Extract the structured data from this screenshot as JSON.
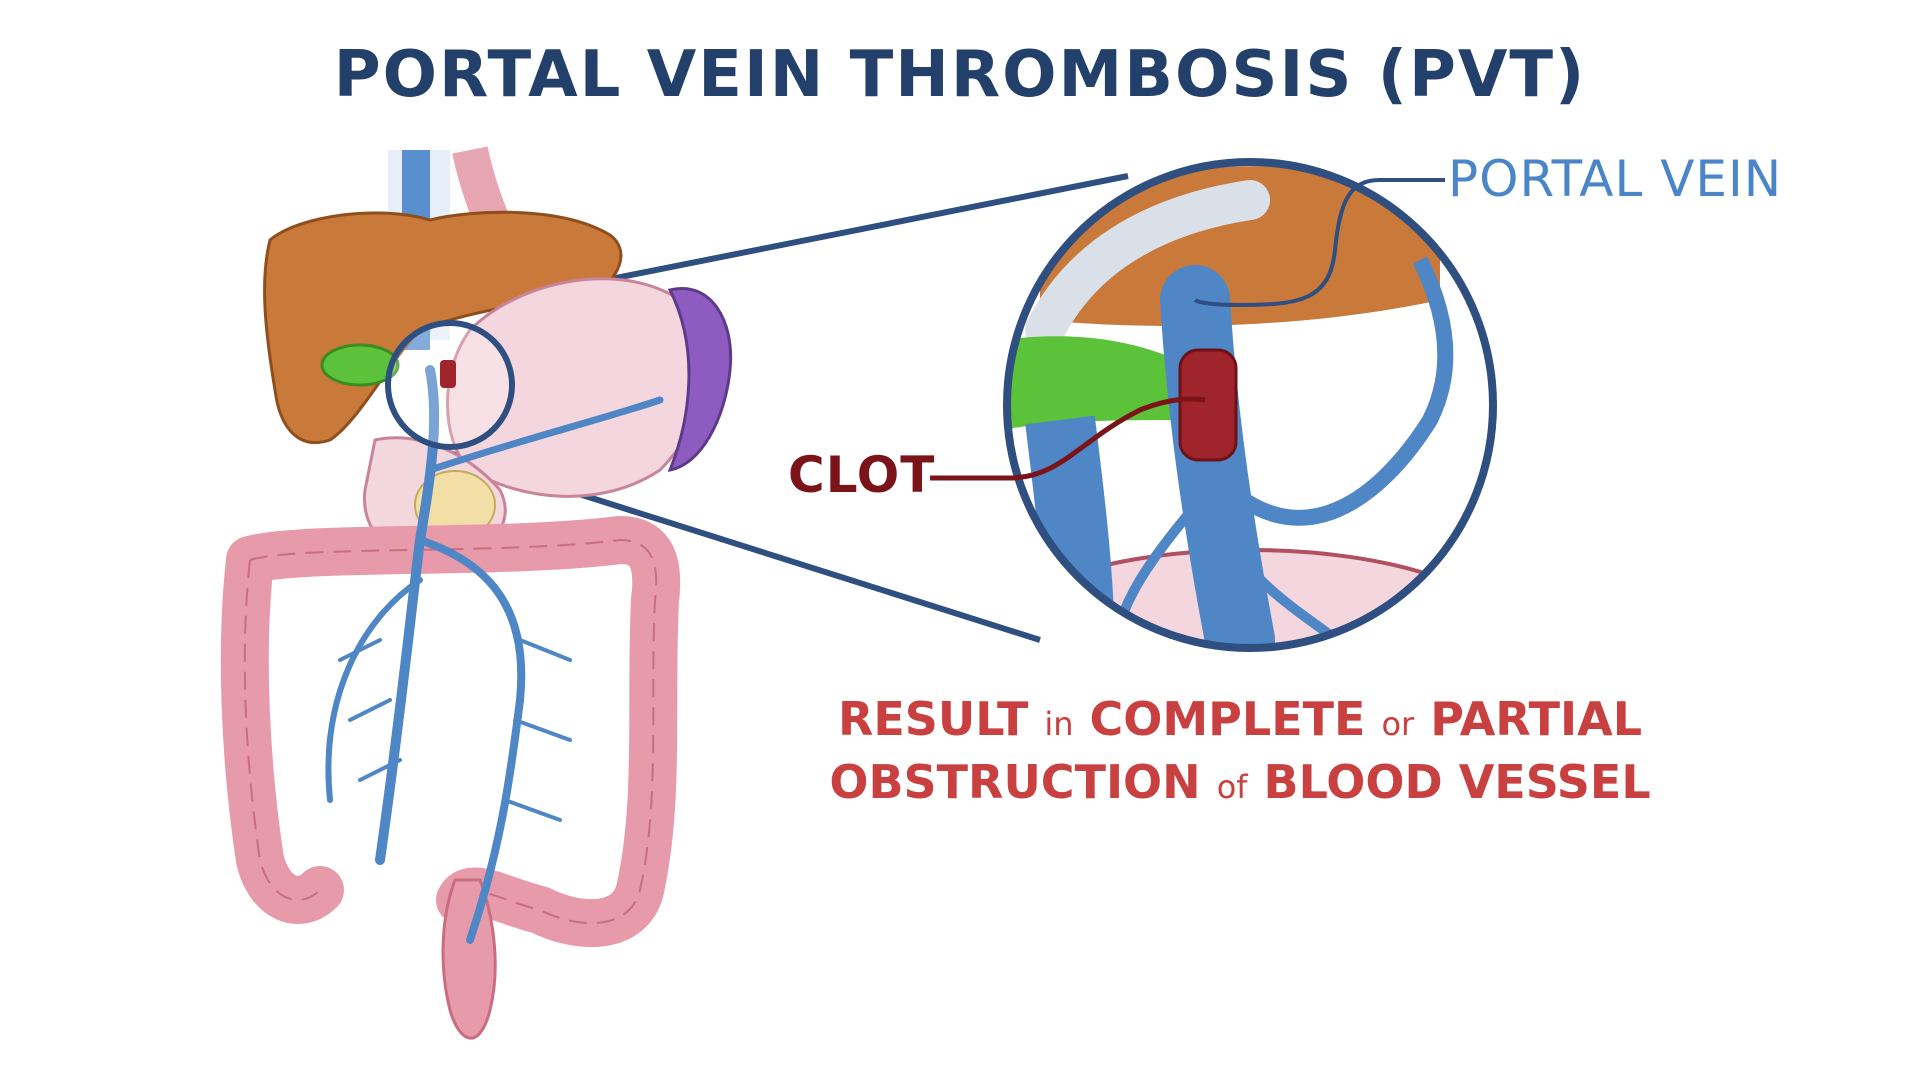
{
  "title": "PORTAL VEIN THROMBOSIS (PVT)",
  "labels": {
    "portal_vein": "PORTAL VEIN",
    "clot": "CLOT"
  },
  "result": {
    "line1_a": "RESULT",
    "line1_b": "in",
    "line1_c": "COMPLETE",
    "line1_d": "or",
    "line1_e": "PARTIAL",
    "line2_a": "OBSTRUCTION",
    "line2_b": "of",
    "line2_c": "BLOOD VESSEL"
  },
  "colors": {
    "title": "#23406b",
    "portal_vein_label": "#4a86c7",
    "clot_label": "#7a1418",
    "result_text": "#c8403f",
    "liver": "#c9793a",
    "gallbladder": "#5cc23a",
    "spleen": "#8e5cc0",
    "stomach": "#f4d6de",
    "colon": "#e79aaa",
    "vein": "#4f86c6",
    "clot": "#a0242b",
    "outline": "#2e4f80"
  }
}
